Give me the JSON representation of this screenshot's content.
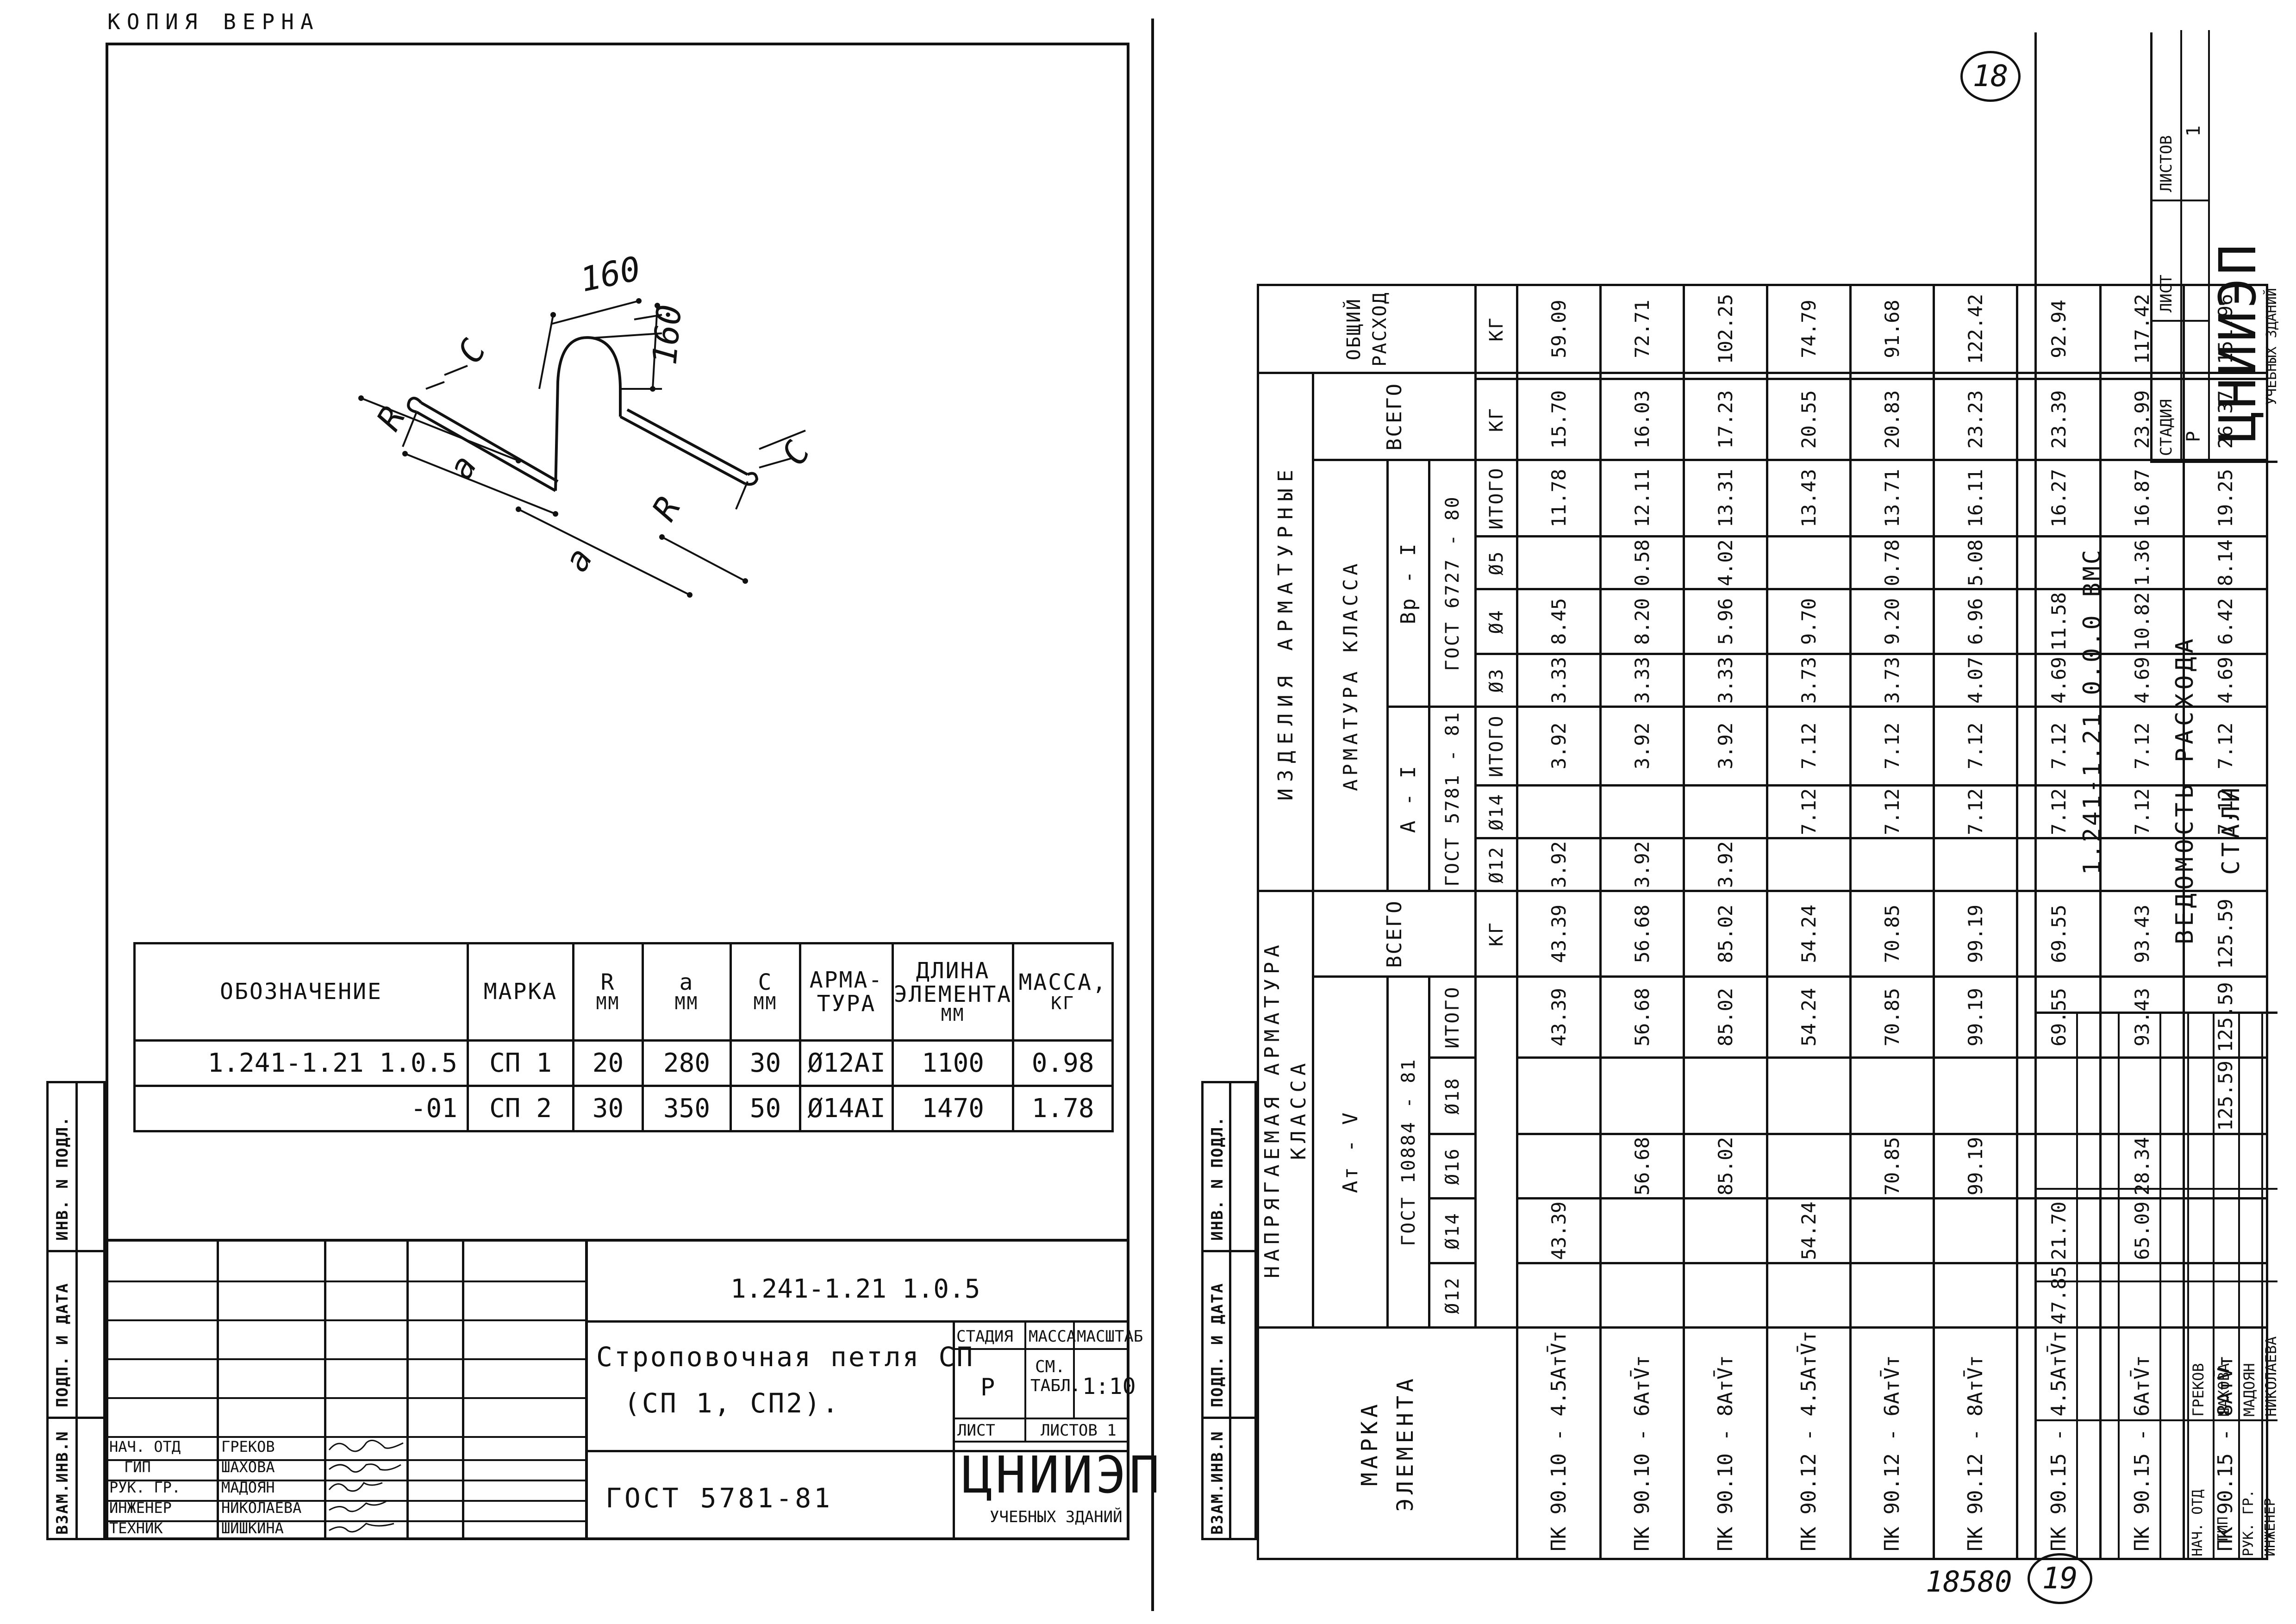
{
  "left": {
    "copy_label": "КОПИЯ ВЕРНА",
    "drawing": {
      "dim_160_top": "160",
      "dim_160_side": "160",
      "label_c_left": "C",
      "label_c_right": "C",
      "label_R_left": "R",
      "label_R_right": "R",
      "label_a_left": "a",
      "label_a_bottom": "a"
    },
    "table": {
      "headers": {
        "designation": "ОБОЗНАЧЕНИЕ",
        "mark": "МАРКА",
        "R": "R",
        "R_unit": "ММ",
        "a": "a",
        "a_unit": "ММ",
        "c": "C",
        "c_unit": "ММ",
        "rebar": "АРМА-ТУРА",
        "length": "ДЛИНА ЭЛЕМЕНТА",
        "length_unit": "ММ",
        "mass": "МАССА,",
        "mass_unit": "КГ"
      },
      "rows": [
        {
          "designation": "1.241-1.21 1.0.5",
          "mark": "СП 1",
          "R": "20",
          "a": "280",
          "c": "30",
          "rebar": "Ø12AI",
          "length": "1100",
          "mass": "0.98"
        },
        {
          "designation": "-01",
          "mark": "СП 2",
          "R": "30",
          "a": "350",
          "c": "50",
          "rebar": "Ø14AI",
          "length": "1470",
          "mass": "1.78"
        }
      ]
    },
    "side_strip": [
      "ИНВ. N ПОДЛ.",
      "ПОДП. И ДАТА",
      "ВЗАМ.ИНВ.N"
    ],
    "title_block": {
      "code": "1.241-1.21 1.0.5",
      "name_line1": "Строповочная петля СП",
      "name_line2": "(СП 1, СП2).",
      "standard": "ГОСТ 5781-81",
      "stage_h": "СТАДИЯ",
      "mass_h": "МАССА",
      "scale_h": "МАСШТАБ",
      "stage": "Р",
      "mass": "СМ. ТАБЛ.",
      "scale": "1:10",
      "sheet_h": "ЛИСТ",
      "sheets_h": "ЛИСТОВ 1",
      "org_logo": "ЦНИИЭП",
      "org_sub": "УЧЕБНЫХ ЗДАНИЙ",
      "staff": [
        {
          "role": "НАЧ. ОТД",
          "name": "ГРЕКОВ"
        },
        {
          "role": "ГИП",
          "name": "ШАХОВА"
        },
        {
          "role": "РУК. ГР.",
          "name": "МАДОЯН"
        },
        {
          "role": "ИНЖЕНЕР",
          "name": "НИКОЛАЕВА"
        },
        {
          "role": "ТЕХНИК",
          "name": "ШИШКИНА"
        }
      ]
    }
  },
  "right": {
    "headers": {
      "mark": "МАРКА ЭЛЕМЕНТА",
      "prestressed": "НАПРЯГАЕМАЯ АРМАТУРА КЛАССА",
      "at_v": "Ат - V",
      "gost_10884": "ГОСТ 10884 - 81",
      "total_h": "ВСЕГО",
      "kg": "КГ",
      "products": "ИЗДЕЛИЯ АРМАТУРНЫЕ",
      "rebar_class": "АРМАТУРА КЛАССА",
      "a_i": "А - I",
      "bp_i": "Вр - I",
      "gost_5781": "ГОСТ 5781 - 81",
      "gost_6727": "ГОСТ 6727 - 80",
      "itogo": "ИТОГО",
      "general": "ОБЩИЙ РАСХОД",
      "d12": "Ø12",
      "d14": "Ø14",
      "d16": "Ø16",
      "d18": "Ø18",
      "d3": "Ø3",
      "d4": "Ø4",
      "d5": "Ø5"
    },
    "rows": [
      {
        "mark": "ПК 90.10 - 4.5АтV̄т",
        "p12": "",
        "p14": "43.39",
        "p16": "",
        "p18": "",
        "p_itogo": "43.39",
        "p_total": "43.39",
        "a12": "3.92",
        "a14": "",
        "a_itogo": "3.92",
        "b3": "3.33",
        "b4": "8.45",
        "b5": "",
        "b_itogo": "11.78",
        "sum": "15.70",
        "general": "59.09"
      },
      {
        "mark": "ПК 90.10 - 6АтV̄т",
        "p12": "",
        "p14": "",
        "p16": "56.68",
        "p18": "",
        "p_itogo": "56.68",
        "p_total": "56.68",
        "a12": "3.92",
        "a14": "",
        "a_itogo": "3.92",
        "b3": "3.33",
        "b4": "8.20",
        "b5": "0.58",
        "b_itogo": "12.11",
        "sum": "16.03",
        "general": "72.71"
      },
      {
        "mark": "ПК 90.10 - 8АтV̄т",
        "p12": "",
        "p14": "",
        "p16": "85.02",
        "p18": "",
        "p_itogo": "85.02",
        "p_total": "85.02",
        "a12": "3.92",
        "a14": "",
        "a_itogo": "3.92",
        "b3": "3.33",
        "b4": "5.96",
        "b5": "4.02",
        "b_itogo": "13.31",
        "sum": "17.23",
        "general": "102.25"
      },
      {
        "mark": "ПК 90.12 - 4.5АтV̄т",
        "p12": "",
        "p14": "54.24",
        "p16": "",
        "p18": "",
        "p_itogo": "54.24",
        "p_total": "54.24",
        "a12": "",
        "a14": "7.12",
        "a_itogo": "7.12",
        "b3": "3.73",
        "b4": "9.70",
        "b5": "",
        "b_itogo": "13.43",
        "sum": "20.55",
        "general": "74.79"
      },
      {
        "mark": "ПК 90.12 - 6АтV̄т",
        "p12": "",
        "p14": "",
        "p16": "70.85",
        "p18": "",
        "p_itogo": "70.85",
        "p_total": "70.85",
        "a12": "",
        "a14": "7.12",
        "a_itogo": "7.12",
        "b3": "3.73",
        "b4": "9.20",
        "b5": "0.78",
        "b_itogo": "13.71",
        "sum": "20.83",
        "general": "91.68"
      },
      {
        "mark": "ПК 90.12 - 8АтV̄т",
        "p12": "",
        "p14": "",
        "p16": "99.19",
        "p18": "",
        "p_itogo": "99.19",
        "p_total": "99.19",
        "a12": "",
        "a14": "7.12",
        "a_itogo": "7.12",
        "b3": "4.07",
        "b4": "6.96",
        "b5": "5.08",
        "b_itogo": "16.11",
        "sum": "23.23",
        "general": "122.42"
      },
      {
        "mark": "ПК 90.15 - 4.5АтV̄т",
        "p12": "47.85",
        "p14": "21.70",
        "p16": "",
        "p18": "",
        "p_itogo": "69.55",
        "p_total": "69.55",
        "a12": "",
        "a14": "7.12",
        "a_itogo": "7.12",
        "b3": "4.69",
        "b4": "11.58",
        "b5": "",
        "b_itogo": "16.27",
        "sum": "23.39",
        "general": "92.94"
      },
      {
        "mark": "ПК 90.15 - 6АтV̄т",
        "p12": "",
        "p14": "65.09",
        "p16": "28.34",
        "p18": "",
        "p_itogo": "93.43",
        "p_total": "93.43",
        "a12": "",
        "a14": "7.12",
        "a_itogo": "7.12",
        "b3": "4.69",
        "b4": "10.82",
        "b5": "1.36",
        "b_itogo": "16.87",
        "sum": "23.99",
        "general": "117.42"
      },
      {
        "mark": "ПК 90.15 - 8АтV̄т",
        "p12": "",
        "p14": "",
        "p16": "",
        "p18": "125.59",
        "p_itogo": "125.59",
        "p_total": "125.59",
        "a12": "",
        "a14": "7.12",
        "a_itogo": "7.12",
        "b3": "4.69",
        "b4": "6.42",
        "b5": "8.14",
        "b_itogo": "19.25",
        "sum": "26.37",
        "general": "151.96"
      }
    ],
    "side_strip": [
      "ИНВ. N ПОДЛ.",
      "ПОДП. И ДАТА",
      "ВЗАМ.ИНВ.N"
    ],
    "title_block": {
      "code": "1.241-1.21 0.0.0 ВМС",
      "name_line1": "ВЕДОМОСТЬ РАСХОДА",
      "name_line2": "СТАЛИ",
      "stage_h": "СТАДИЯ",
      "sheet_h": "ЛИСТ",
      "sheets_h": "ЛИСТОВ",
      "stage": "Р",
      "sheets": "1",
      "org_logo": "ЦНИИЭП",
      "org_sub": "УЧЕБНЫХ ЗДАНИЙ",
      "staff": [
        {
          "role": "НАЧ. ОТД",
          "name": "ГРЕКОВ"
        },
        {
          "role": "ГИП",
          "name": "ШАХОВА"
        },
        {
          "role": "РУК. ГР.",
          "name": "МАДОЯН"
        },
        {
          "role": "ИНЖЕНЕР",
          "name": "НИКОЛАЕВА"
        }
      ]
    },
    "page_number_circle": "18"
  },
  "bottom_notes": {
    "archive": "18580",
    "page": "19"
  }
}
